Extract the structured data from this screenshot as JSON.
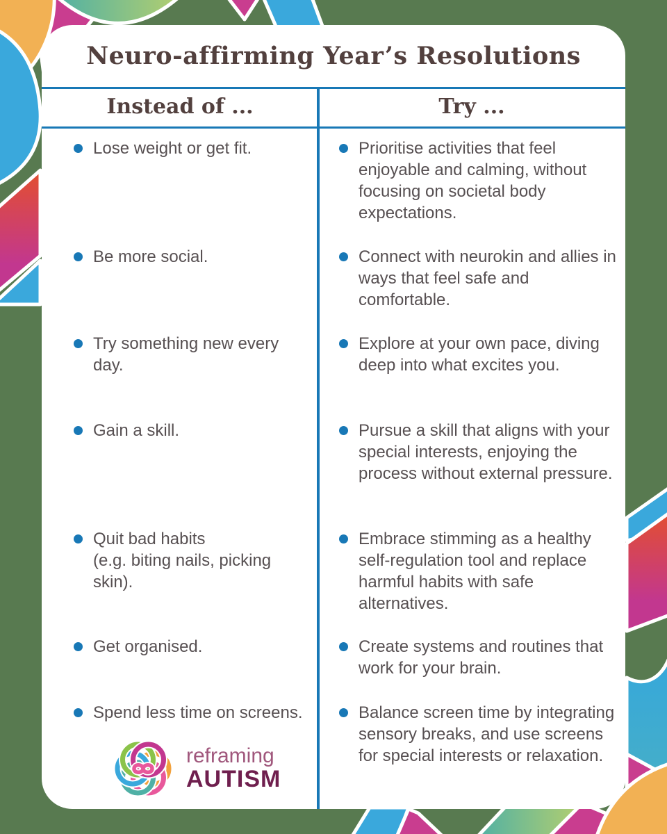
{
  "title": "Neuro-affirming Year’s Resolutions",
  "table": {
    "col1_header": "Instead of ...",
    "col2_header": "Try ...",
    "rows": [
      {
        "instead": "Lose weight or get fit.",
        "try": "Prioritise activities that feel enjoyable and calming, without focusing on societal body expectations."
      },
      {
        "instead": "Be more social.",
        "try": "Connect with neurokin and allies in ways that feel safe and comfortable."
      },
      {
        "instead": "Try something new every day.",
        "try": "Explore at your own pace, diving deep into what excites you."
      },
      {
        "instead": "Gain a skill.",
        "try": "Pursue a skill that aligns with your special interests, enjoying the process without external pressure."
      },
      {
        "instead": "Quit bad habits\n(e.g. biting nails, picking skin).",
        "try": "Embrace stimming as a healthy self-regulation tool and replace harmful habits with safe alternatives."
      },
      {
        "instead": "Get organised.",
        "try": "Create systems and routines that work for your brain."
      },
      {
        "instead": "Spend less time on screens.",
        "try": "Balance screen time by integrating sensory breaks, and use screens for special interests or relaxation."
      }
    ]
  },
  "logo": {
    "icon": "reframing-autism-knot-icon",
    "line1": "reframing",
    "line2": "AUTISM"
  },
  "colors": {
    "background_green": "#587a50",
    "card_white": "#ffffff",
    "accent_blue": "#1878b6",
    "heading_brown": "#52403e",
    "body_text": "#575052",
    "logo_reframing": "#a0577c",
    "logo_autism": "#6f1f4e",
    "shape_orange": "#f2b154",
    "shape_magenta": "#c93d8f",
    "shape_blue": "#3aa8dc",
    "shape_teal": "#4fb0a5",
    "shape_red": "#e34f2e"
  }
}
